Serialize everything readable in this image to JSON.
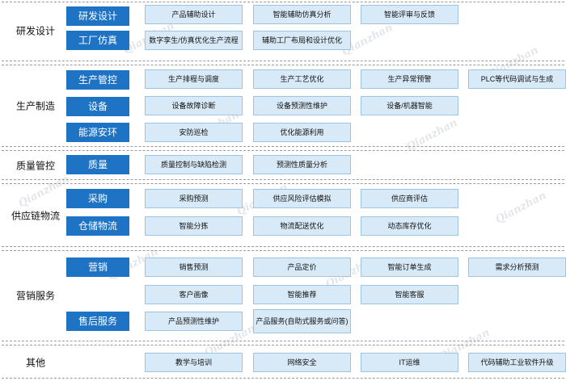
{
  "sections": {
    "rd": {
      "label": "研发设计",
      "subs": [
        "研发设计",
        "工厂仿真"
      ],
      "boxes": [
        [
          "产品辅助设计",
          "智能辅助仿真分析",
          "智能评审与反馈"
        ],
        [
          "数字孪生/仿真优化生产流程",
          "辅助工厂布局和设计优化"
        ]
      ]
    },
    "mfg": {
      "label": "生产制造",
      "subs": [
        "生产管控",
        "设备",
        "能源安环"
      ],
      "boxes": [
        [
          "生产排程与调度",
          "生产工艺优化",
          "生产异常预警",
          "PLC等代码调试与生成"
        ],
        [
          "设备故障诊断",
          "设备预测性维护",
          "设备/机器智能"
        ],
        [
          "安防巡检",
          "优化能源利用"
        ]
      ]
    },
    "qc": {
      "label": "质量管控",
      "subs": [
        "质量"
      ],
      "boxes": [
        [
          "质量控制与缺陷检测",
          "预测性质量分析"
        ]
      ]
    },
    "scm": {
      "label": "供应链物流",
      "subs": [
        "采购",
        "仓储物流"
      ],
      "boxes": [
        [
          "采购预测",
          "供应风险评估模拟",
          "供应商评估"
        ],
        [
          "智能分拣",
          "物流配送优化",
          "动态库存优化"
        ]
      ]
    },
    "mkt": {
      "label": "营销服务",
      "subs": [
        "营销",
        "售后服务"
      ],
      "boxes": [
        [
          "销售预测",
          "产品定价",
          "智能订单生成",
          "需求分析预测"
        ],
        [
          "客户画像",
          "智能推荐",
          "智能客服"
        ],
        [
          "产品预测性维护",
          "产品服务(自助式服务或问答)"
        ]
      ]
    },
    "other": {
      "label": "其他",
      "boxes": [
        [
          "教学与培训",
          "网络安全",
          "IT运维",
          "代码辅助工业软件升级"
        ]
      ]
    }
  },
  "watermark": "Qianzhan",
  "colors": {
    "sub_fill": "#1f73c4",
    "box_fill": "#d8eaf8",
    "box_border": "#9cc4e4",
    "divider": "#9a9a9a"
  }
}
